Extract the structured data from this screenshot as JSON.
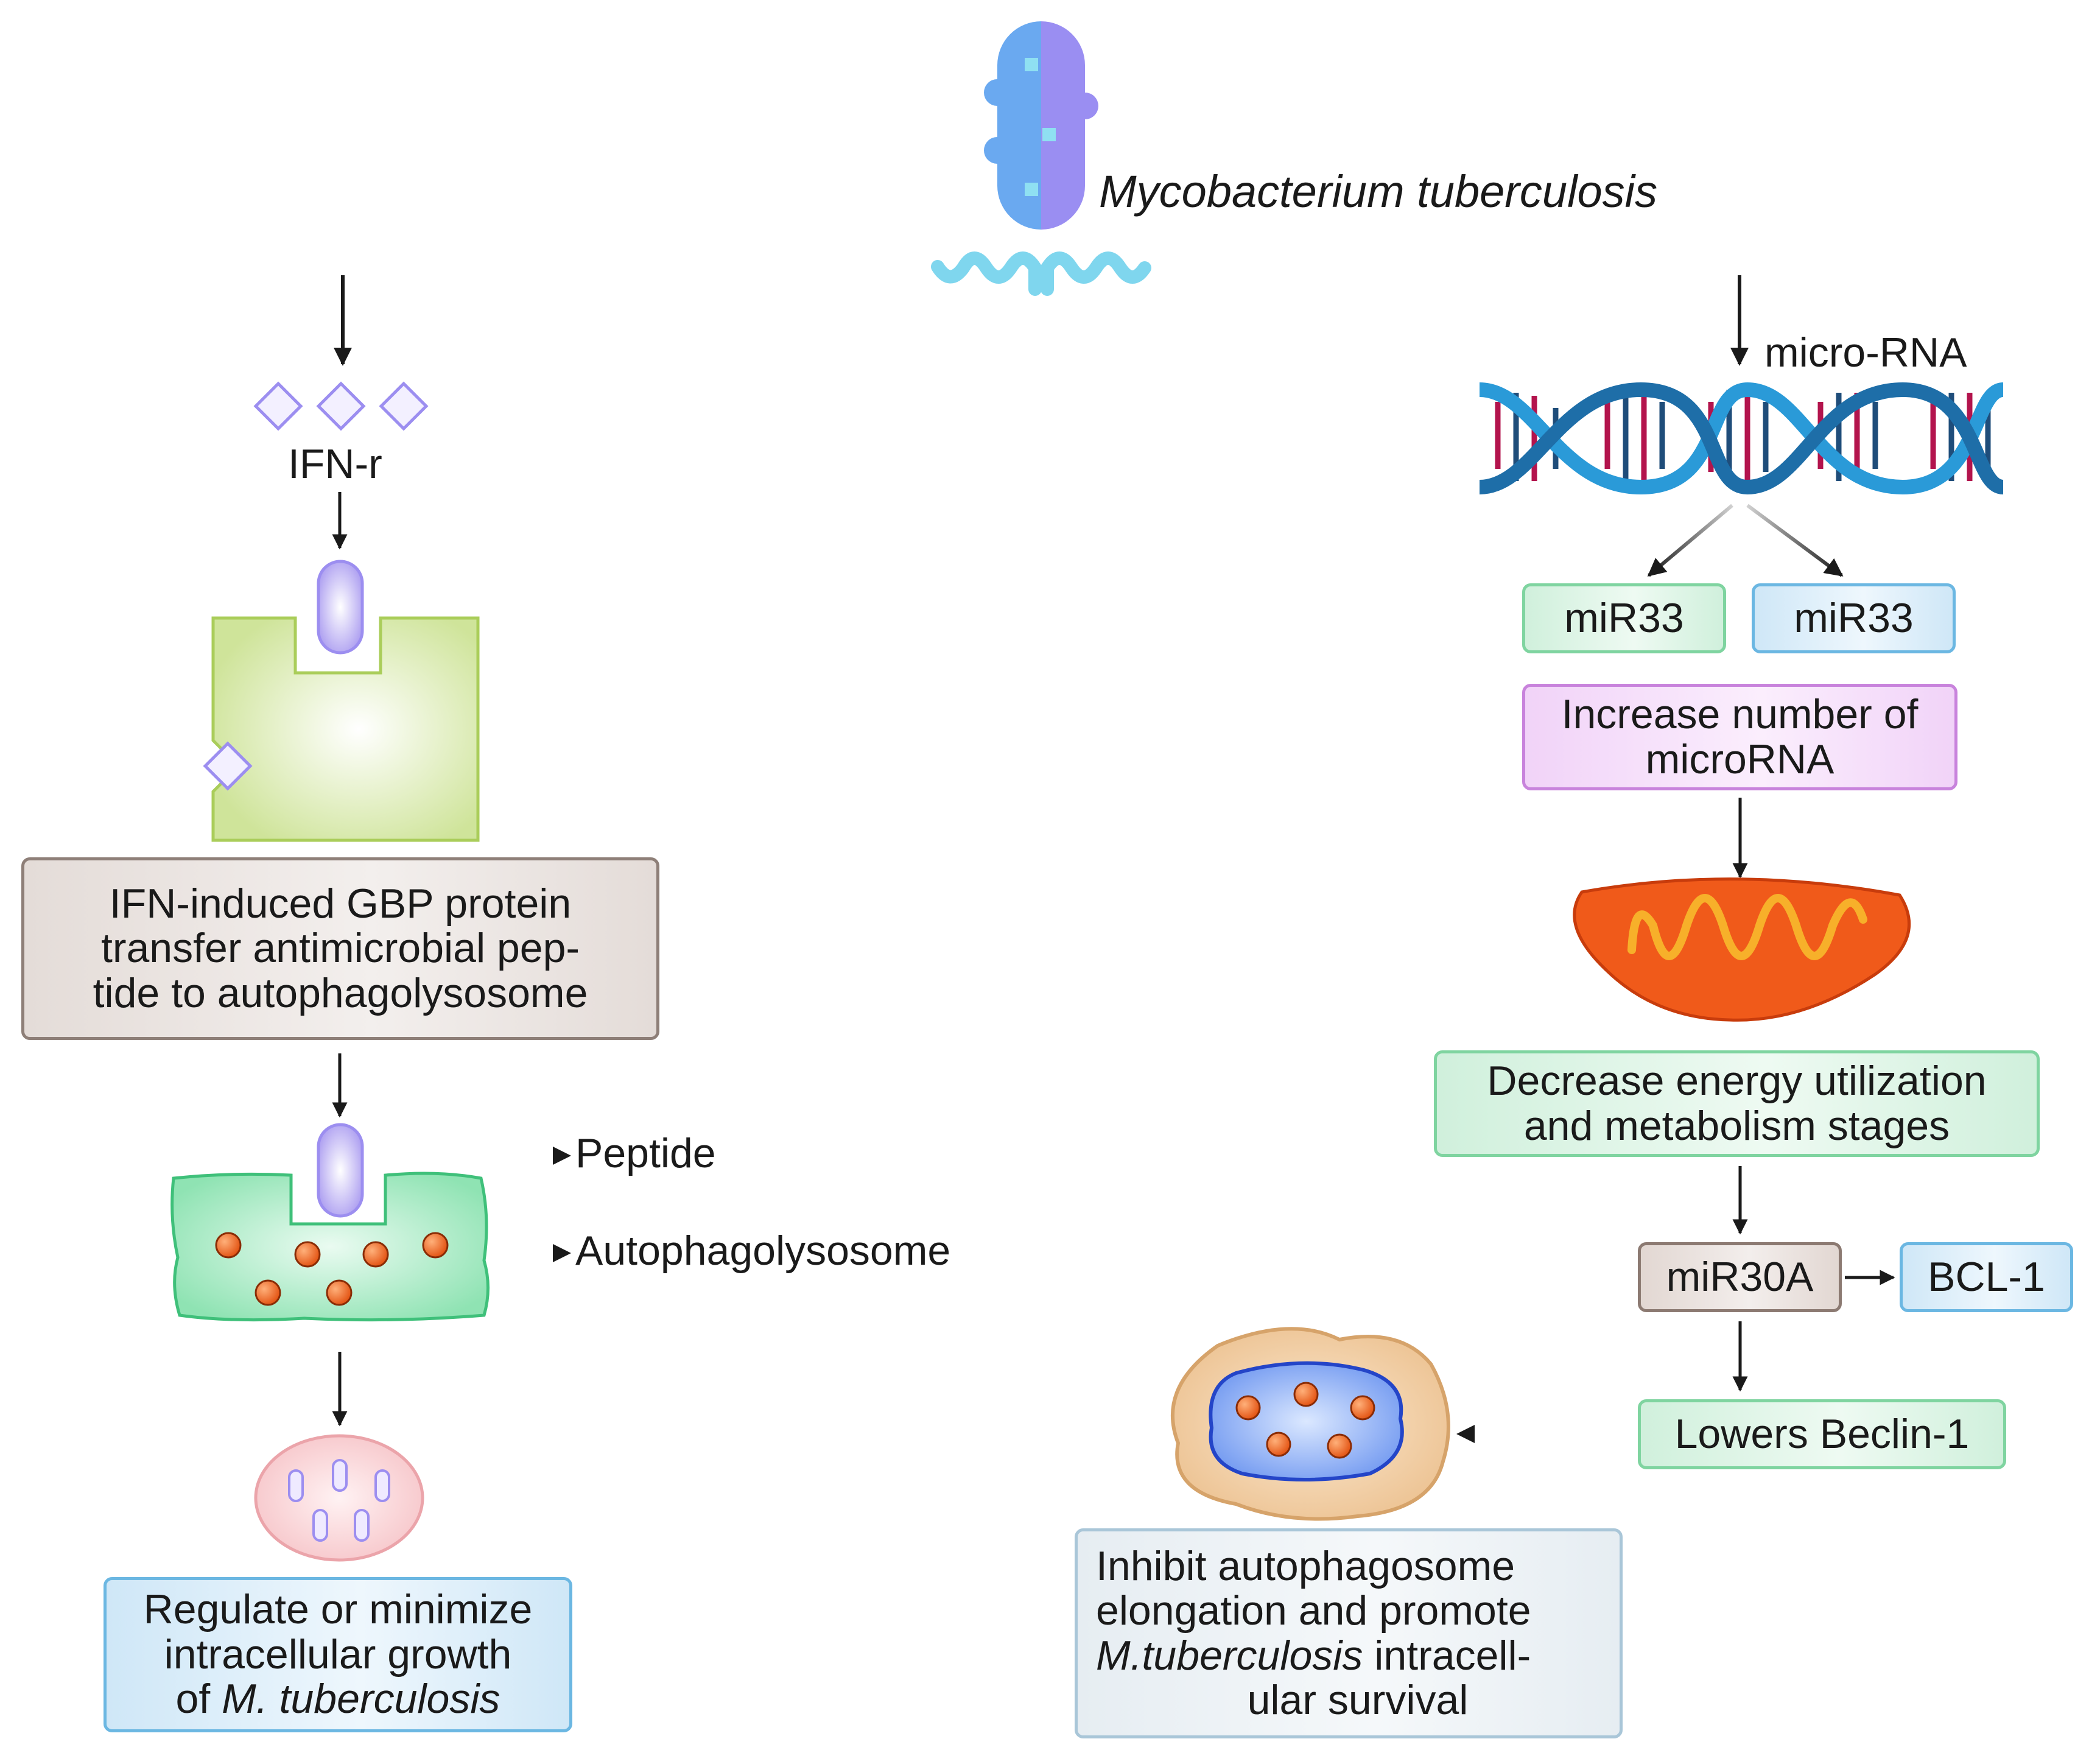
{
  "title": "Mycobacterium tuberculosis",
  "left": {
    "ifn_label": "IFN-r",
    "gbp_box": [
      "IFN-induced GBP protein",
      "transfer antimicrobial pep-",
      "tide to autophagolysosome"
    ],
    "peptide_label": "Peptide",
    "autophago_label": "Autophagolysosome",
    "regulate_box": {
      "line1": "Regulate or minimize",
      "line2": "intracellular growth",
      "line3_prefix": "of ",
      "line3_italic": "M. tuberculosis"
    }
  },
  "right": {
    "microrna_label": "micro-RNA",
    "mir33_left": "miR33",
    "mir33_right": "miR33",
    "increase_box": [
      "Increase number of",
      "microRNA"
    ],
    "decrease_box": [
      "Decrease energy utilization",
      "and metabolism stages"
    ],
    "mir30a": "miR30A",
    "bcl1": "BCL-1",
    "beclin": "Lowers Beclin-1",
    "inhibit_box": {
      "line1": "Inhibit autophagosome",
      "line2": "elongation and promote",
      "line3_italic": "M.tuberculosis",
      "line3_suffix": " intracell-",
      "line4": "ular survival"
    }
  },
  "colors": {
    "bacterium_left": "#6aa9f0",
    "bacterium_right": "#9a8ef2",
    "flagella": "#7fd6ee",
    "arrow": "#1a1a1a",
    "mitochondrion": "#f05a1a",
    "receptor_green": "#cfe49a",
    "lysosome_green": "#a8ecc4",
    "vesicle_pink": "#f8cfd2",
    "orange_dot": "#ee6b1e"
  }
}
